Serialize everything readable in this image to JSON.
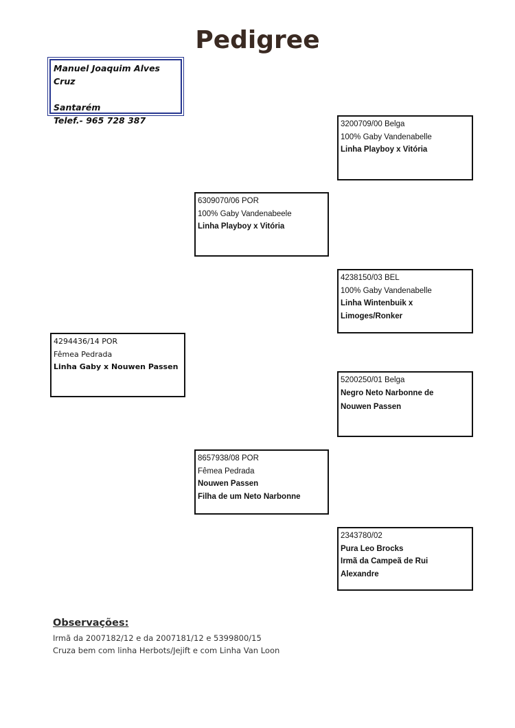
{
  "title": "Pedigree",
  "owner": {
    "name": "Manuel Joaquim Alves Cruz",
    "city": "Santarém",
    "phone": "Telef.- 965 728 387"
  },
  "subject": {
    "ring": "4294436/14 POR",
    "line2": "Fêmea Pedrada",
    "line3": "Linha Gaby x Nouwen Passen"
  },
  "sire": {
    "ring": "6309070/06 POR",
    "line2": "100% Gaby Vandenabeele",
    "line3": "Linha Playboy x Vitória"
  },
  "dam": {
    "ring": "8657938/08 POR",
    "line2": "Fêmea Pedrada",
    "line3": "Nouwen Passen",
    "line4": "Filha de um Neto Narbonne"
  },
  "sire_sire": {
    "ring": "3200709/00 Belga",
    "line2": "100% Gaby Vandenabelle",
    "line3": "Linha Playboy x Vitória"
  },
  "sire_dam": {
    "ring": "4238150/03 BEL",
    "line2": "100% Gaby Vandenabelle",
    "line3": "Linha Wintenbuik x",
    "line4": "Limoges/Ronker"
  },
  "dam_sire": {
    "ring": "5200250/01 Belga",
    "line2": "Negro Neto Narbonne de",
    "line3": "Nouwen Passen"
  },
  "dam_dam": {
    "ring": "2343780/02",
    "line2": "Pura Leo Brocks",
    "line3": "Irmã da Campeã de Rui",
    "line4": "Alexandre"
  },
  "observations": {
    "heading": "Observações:",
    "line1": "Irmã da 2007182/12 e da 2007181/12 e 5399800/15",
    "line2": "Cruza bem com linha Herbots/Jejift e com Linha Van Loon"
  }
}
